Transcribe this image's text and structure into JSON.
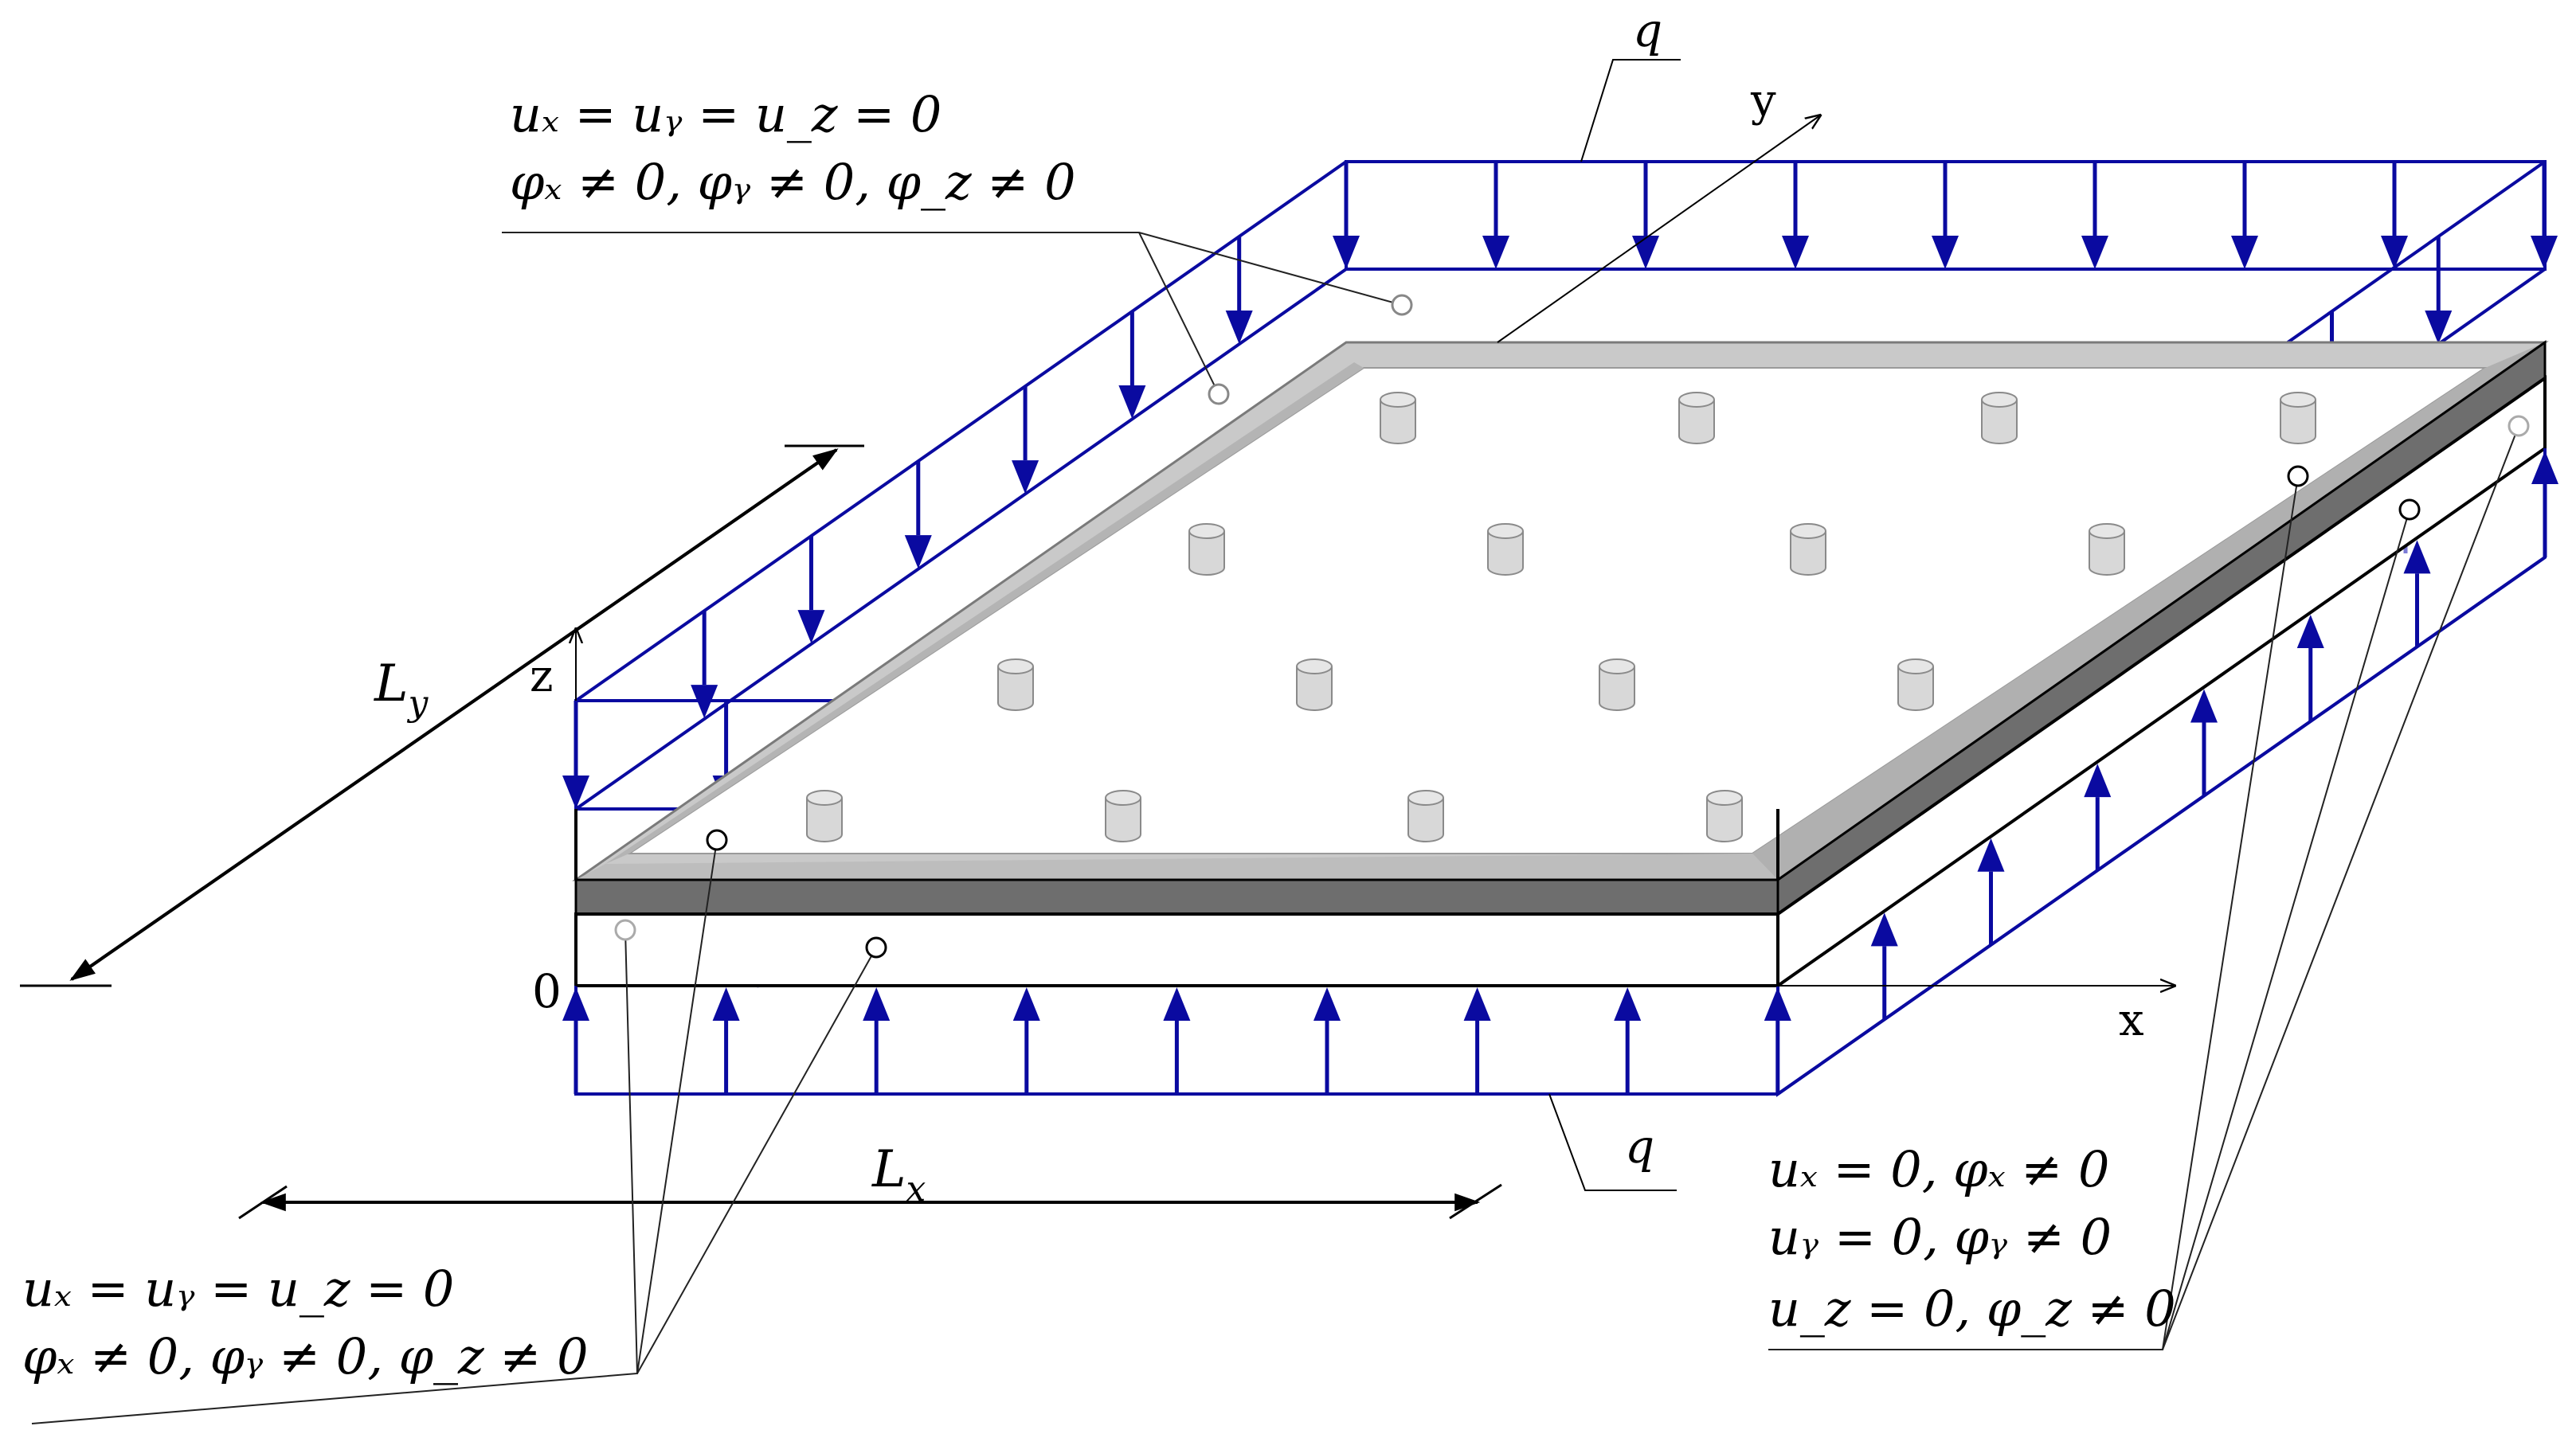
{
  "labels": {
    "q_top": "q",
    "q_bottom": "q",
    "axis_y": "y",
    "axis_x": "x",
    "axis_z": "z",
    "origin": "0",
    "Ly_main": "L",
    "Ly_sub": "y",
    "Lx_main": "L",
    "Lx_sub": "x"
  },
  "boundary_conditions": {
    "top_left": {
      "line1": "uₓ = uᵧ = u_z = 0",
      "line2": "φₓ ≠ 0, φᵧ ≠ 0, φ_z ≠ 0"
    },
    "bottom_left": {
      "line1": "uₓ = uᵧ = u_z = 0",
      "line2": "φₓ ≠ 0, φᵧ ≠ 0, φ_z ≠ 0"
    },
    "bottom_right": {
      "line1": "uₓ = 0, φₓ ≠ 0",
      "line2": "uᵧ = 0, φᵧ ≠ 0",
      "line3": "u_z = 0, φ_z ≠ 0"
    }
  },
  "colors": {
    "load": "#0a0aa0",
    "load_faded": "#c8c8ee",
    "load_mid": "#7a7ad6",
    "frame_light": "#b4b4b4",
    "frame_top": "#c9c9c9",
    "frame_dark": "#6e6e6e",
    "pin": "#d8d8d8",
    "line": "#000000",
    "leader": "#333333"
  }
}
